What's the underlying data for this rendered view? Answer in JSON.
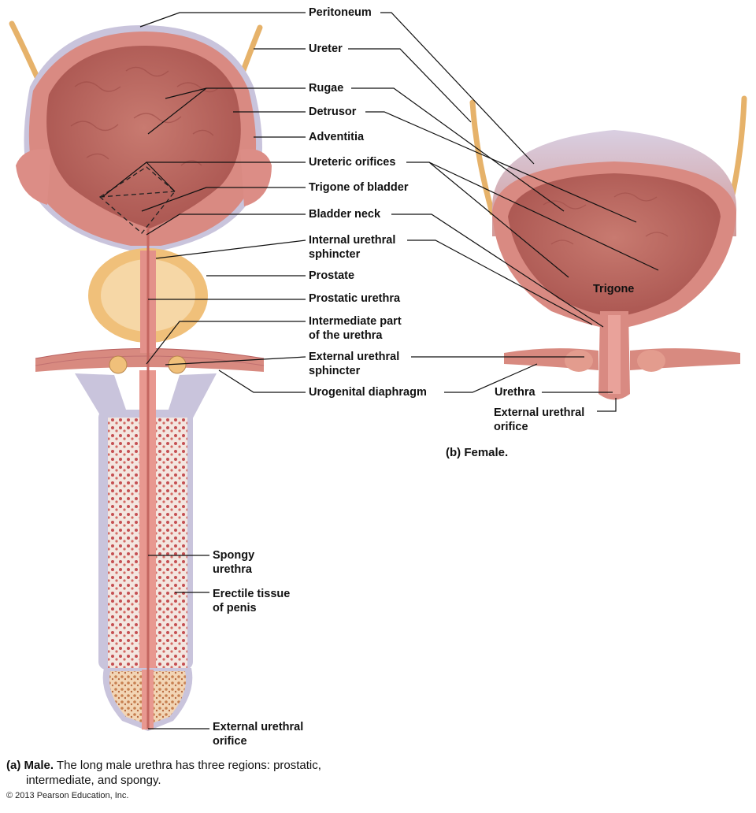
{
  "labels": {
    "peritoneum": "Peritoneum",
    "ureter": "Ureter",
    "rugae": "Rugae",
    "detrusor": "Detrusor",
    "adventitia": "Adventitia",
    "ureteric_orifices": "Ureteric orifices",
    "trigone_of_bladder": "Trigone of bladder",
    "bladder_neck": "Bladder neck",
    "internal_urethral_sphincter": [
      "Internal urethral",
      "sphincter"
    ],
    "prostate": "Prostate",
    "prostatic_urethra": "Prostatic urethra",
    "intermediate_part": [
      "Intermediate part",
      "of the urethra"
    ],
    "external_urethral_sphincter": [
      "External urethral",
      "sphincter"
    ],
    "urogenital_diaphragm": "Urogenital diaphragm",
    "spongy_urethra": [
      "Spongy",
      "urethra"
    ],
    "erectile_tissue": [
      "Erectile tissue",
      "of penis"
    ],
    "external_urethral_orifice_male": [
      "External urethral",
      "orifice"
    ],
    "trigone": "Trigone",
    "urethra_female": "Urethra",
    "external_urethral_orifice_female": [
      "External urethral",
      "orifice"
    ]
  },
  "captions": {
    "female": "(b) Female.",
    "male_prefix": "(a) Male.",
    "male_text": "The long male urethra has three regions: prostatic,",
    "male_text_2": "intermediate, and spongy."
  },
  "copyright": "© 2013 Pearson Education, Inc.",
  "colors": {
    "muscle": "#d98a82",
    "lining": "#c8706a",
    "ureter": "#e6b26a",
    "prostate": "#f0c07a",
    "serosa": "#c9c4dc"
  }
}
